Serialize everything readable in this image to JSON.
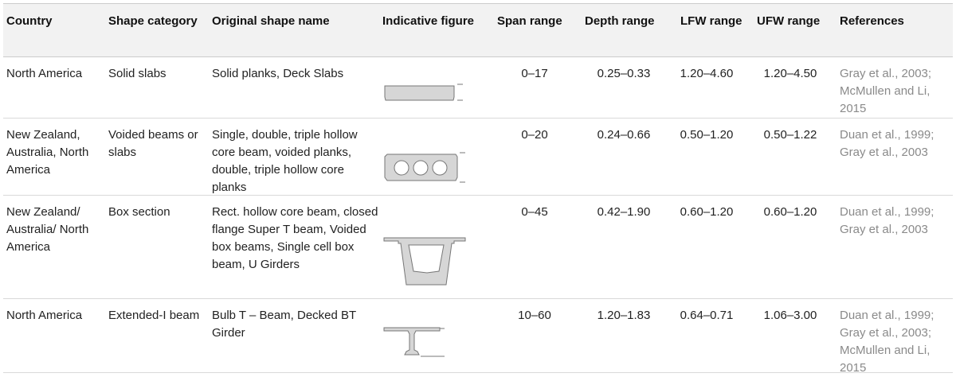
{
  "headers": {
    "country": "Country",
    "shape_category": "Shape category",
    "original_shape_name": "Original shape name",
    "indicative_figure": "Indicative figure",
    "span_range": "Span range",
    "depth_range": "Depth range",
    "lfw_range": "LFW range",
    "ufw_range": "UFW range",
    "references": "References"
  },
  "rows": [
    {
      "country": "North America",
      "shape_category": "Solid slabs",
      "original_shape_name": "Solid planks, Deck Slabs",
      "figure": "solid-slab-section-figure",
      "span_range": "0–17",
      "depth_range": "0.25–0.33",
      "lfw_range": "1.20–4.60",
      "ufw_range": "1.20–4.50",
      "references": "Gray et al., 2003; McMullen and Li, 2015"
    },
    {
      "country": "New Zealand, Australia, North America",
      "shape_category": "Voided beams or slabs",
      "original_shape_name": "Single, double, triple hollow core beam, voided planks, double, triple hollow core planks",
      "figure": "voided-slab-section-figure",
      "span_range": "0–20",
      "depth_range": "0.24–0.66",
      "lfw_range": "0.50–1.20",
      "ufw_range": "0.50–1.22",
      "references": "Duan et al., 1999; Gray et al., 2003"
    },
    {
      "country": "New Zealand/ Australia/ North America",
      "shape_category": "Box section",
      "original_shape_name": "Rect. hollow core beam, closed flange Super T beam, Voided box beams, Single cell box beam, U Girders",
      "figure": "box-section-figure",
      "span_range": "0–45",
      "depth_range": "0.42–1.90",
      "lfw_range": "0.60–1.20",
      "ufw_range": "0.60–1.20",
      "references": "Duan et al., 1999; Gray et al., 2003"
    },
    {
      "country": "North America",
      "shape_category": "Extended-I beam",
      "original_shape_name": "Bulb T – Beam, Decked BT Girder",
      "figure": "bulb-t-section-figure",
      "span_range": "10–60",
      "depth_range": "1.20–1.83",
      "lfw_range": "0.64–0.71",
      "ufw_range": "1.06–3.00",
      "references": "Duan et al., 1999; Gray et al., 2003; McMullen and Li, 2015"
    }
  ],
  "colors": {
    "header_background": "#f2f2f2",
    "reference_text": "#8a8a8a",
    "figure_fill": "#d6d6d6",
    "figure_stroke": "#777777"
  }
}
